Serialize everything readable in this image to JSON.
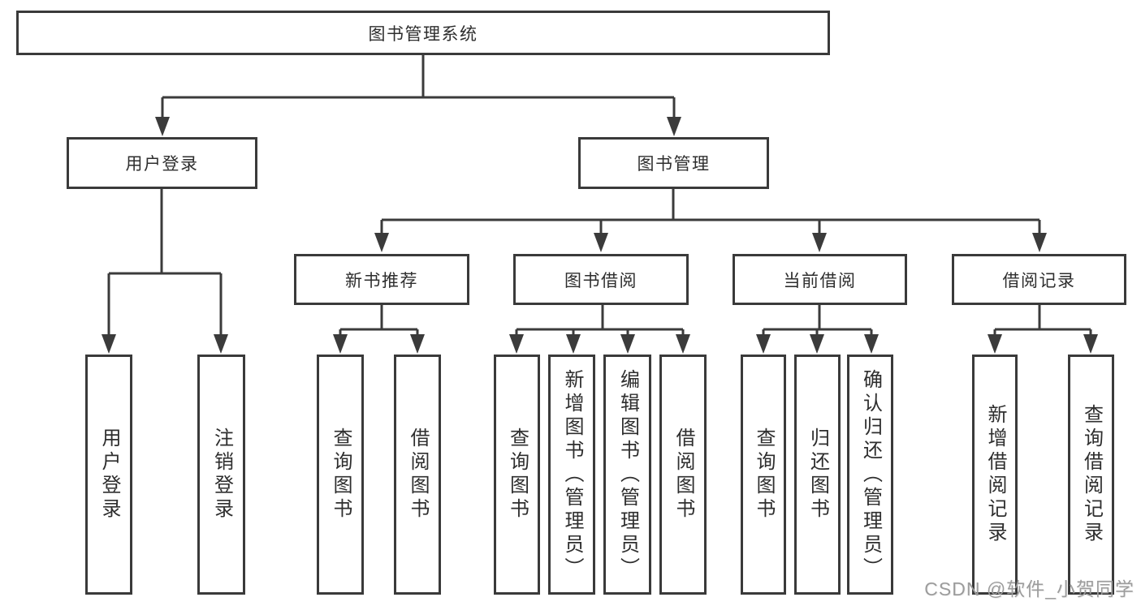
{
  "diagram": {
    "type": "hierarchy",
    "root": {
      "label": "图书管理系统"
    },
    "level2": [
      {
        "id": "user-login",
        "label": "用户登录"
      },
      {
        "id": "book-management",
        "label": "图书管理"
      }
    ],
    "level3": [
      {
        "id": "new-book-recommend",
        "parent": "book-management",
        "label": "新书推荐"
      },
      {
        "id": "book-borrowing",
        "parent": "book-management",
        "label": "图书借阅"
      },
      {
        "id": "current-borrowing",
        "parent": "book-management",
        "label": "当前借阅"
      },
      {
        "id": "borrow-records",
        "parent": "book-management",
        "label": "借阅记录"
      }
    ],
    "leaves": [
      {
        "parent": "user-login",
        "label": "用户登录"
      },
      {
        "parent": "user-login",
        "label": "注销登录"
      },
      {
        "parent": "new-book-recommend",
        "label": "查询图书"
      },
      {
        "parent": "new-book-recommend",
        "label": "借阅图书"
      },
      {
        "parent": "book-borrowing",
        "label": "查询图书"
      },
      {
        "parent": "book-borrowing",
        "label": "新增图书（管理员）"
      },
      {
        "parent": "book-borrowing",
        "label": "编辑图书（管理员）"
      },
      {
        "parent": "book-borrowing",
        "label": "借阅图书"
      },
      {
        "parent": "current-borrowing",
        "label": "查询图书"
      },
      {
        "parent": "current-borrowing",
        "label": "归还图书"
      },
      {
        "parent": "current-borrowing",
        "label": "确认归还（管理员）"
      },
      {
        "parent": "borrow-records",
        "label": "新增借阅记录"
      },
      {
        "parent": "borrow-records",
        "label": "查询借阅记录"
      }
    ]
  },
  "watermark": {
    "text": "CSDN @软件_小贺同学"
  },
  "colors": {
    "line": "#3b3b3b",
    "box_border": "#3a3a3a",
    "box_background": "#ffffff",
    "text": "#2e2e2e",
    "watermark": "#9c9c9c"
  }
}
